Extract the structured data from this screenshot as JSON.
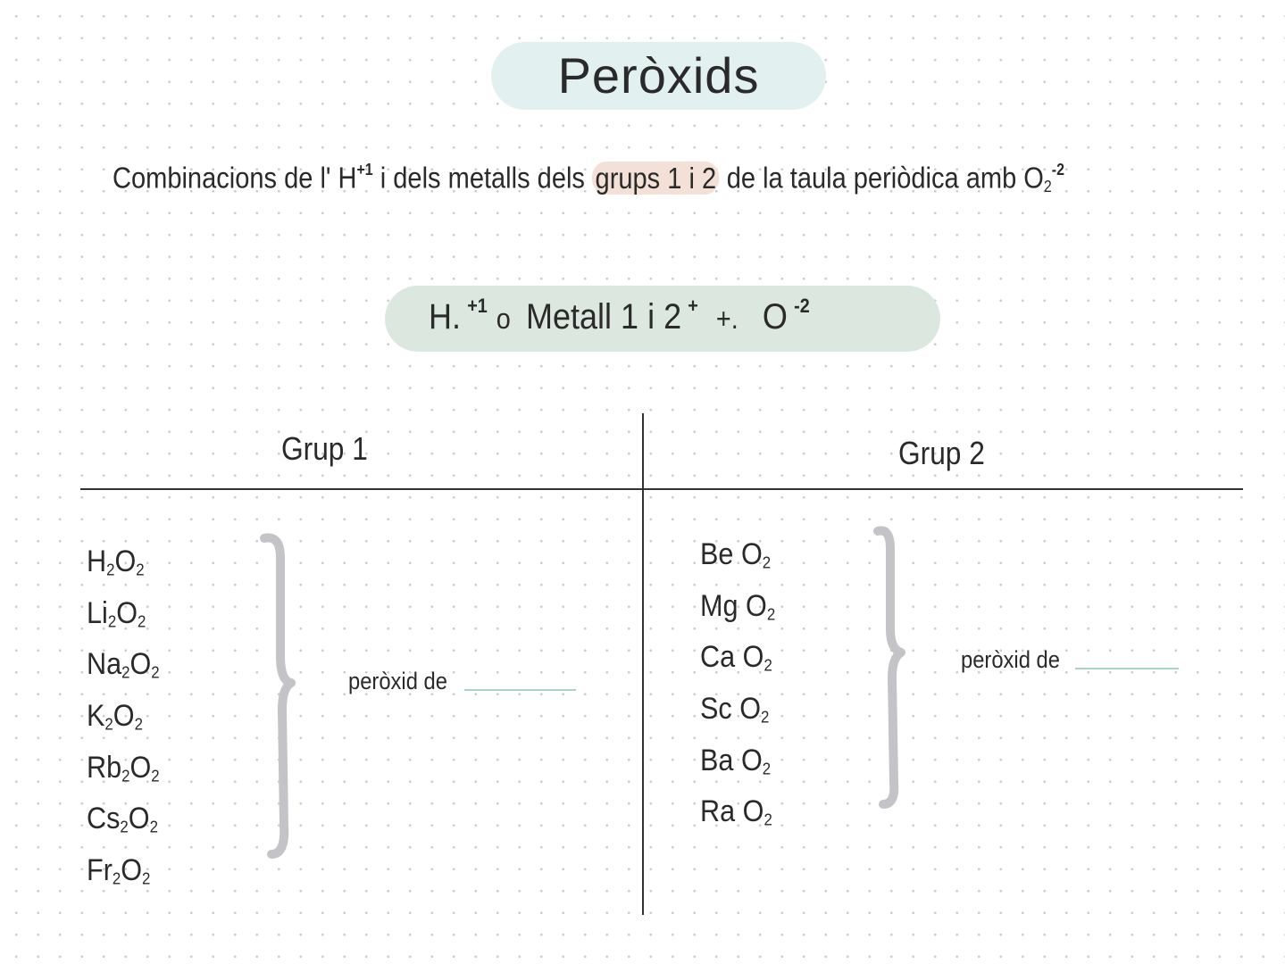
{
  "title": "Peròxids",
  "subtitle": {
    "before": "Combinacions de l' H",
    "h_charge": "+1",
    "middle": " i dels metalls dels ",
    "highlight": "grups 1 i 2",
    "after": " de la taula periòdica amb O",
    "o_sub": "2",
    "o_charge": "-2"
  },
  "formula": {
    "h": "H.",
    "h_charge": "+1",
    "or": "o",
    "metal": "Metall 1 i 2",
    "metal_charge": "+",
    "plus": "+.",
    "o": "O",
    "o_charge": "-2"
  },
  "group1": {
    "header": "Grup 1",
    "compounds": [
      {
        "metal": "H",
        "metal_sub": "2",
        "o": "O",
        "o_sub": "2"
      },
      {
        "metal": "Li",
        "metal_sub": "2",
        "o": "O",
        "o_sub": "2"
      },
      {
        "metal": "Na",
        "metal_sub": "2",
        "o": "O",
        "o_sub": "2"
      },
      {
        "metal": "K",
        "metal_sub": "2",
        "o": "O",
        "o_sub": "2"
      },
      {
        "metal": "Rb",
        "metal_sub": "2",
        "o": "O",
        "o_sub": "2"
      },
      {
        "metal": "Cs",
        "metal_sub": "2",
        "o": "O",
        "o_sub": "2"
      },
      {
        "metal": "Fr",
        "metal_sub": "2",
        "o": "O",
        "o_sub": "2"
      }
    ],
    "label": "peròxid de"
  },
  "group2": {
    "header": "Grup 2",
    "compounds": [
      {
        "metal": "Be",
        "o": "O",
        "o_sub": "2"
      },
      {
        "metal": "Mg",
        "o": "O",
        "o_sub": "2"
      },
      {
        "metal": "Ca",
        "o": "O",
        "o_sub": "2"
      },
      {
        "metal": "Sc",
        "o": "O",
        "o_sub": "2"
      },
      {
        "metal": "Ba",
        "o": "O",
        "o_sub": "2"
      },
      {
        "metal": "Ra",
        "o": "O",
        "o_sub": "2"
      }
    ],
    "label": "peròxid de"
  },
  "colors": {
    "title_pill": "#e3f0f0",
    "highlight": "#f3e1d7",
    "formula_pill": "#dce7e0",
    "brace": "#c4c4c8",
    "blank_line": "#a8d5c8"
  }
}
